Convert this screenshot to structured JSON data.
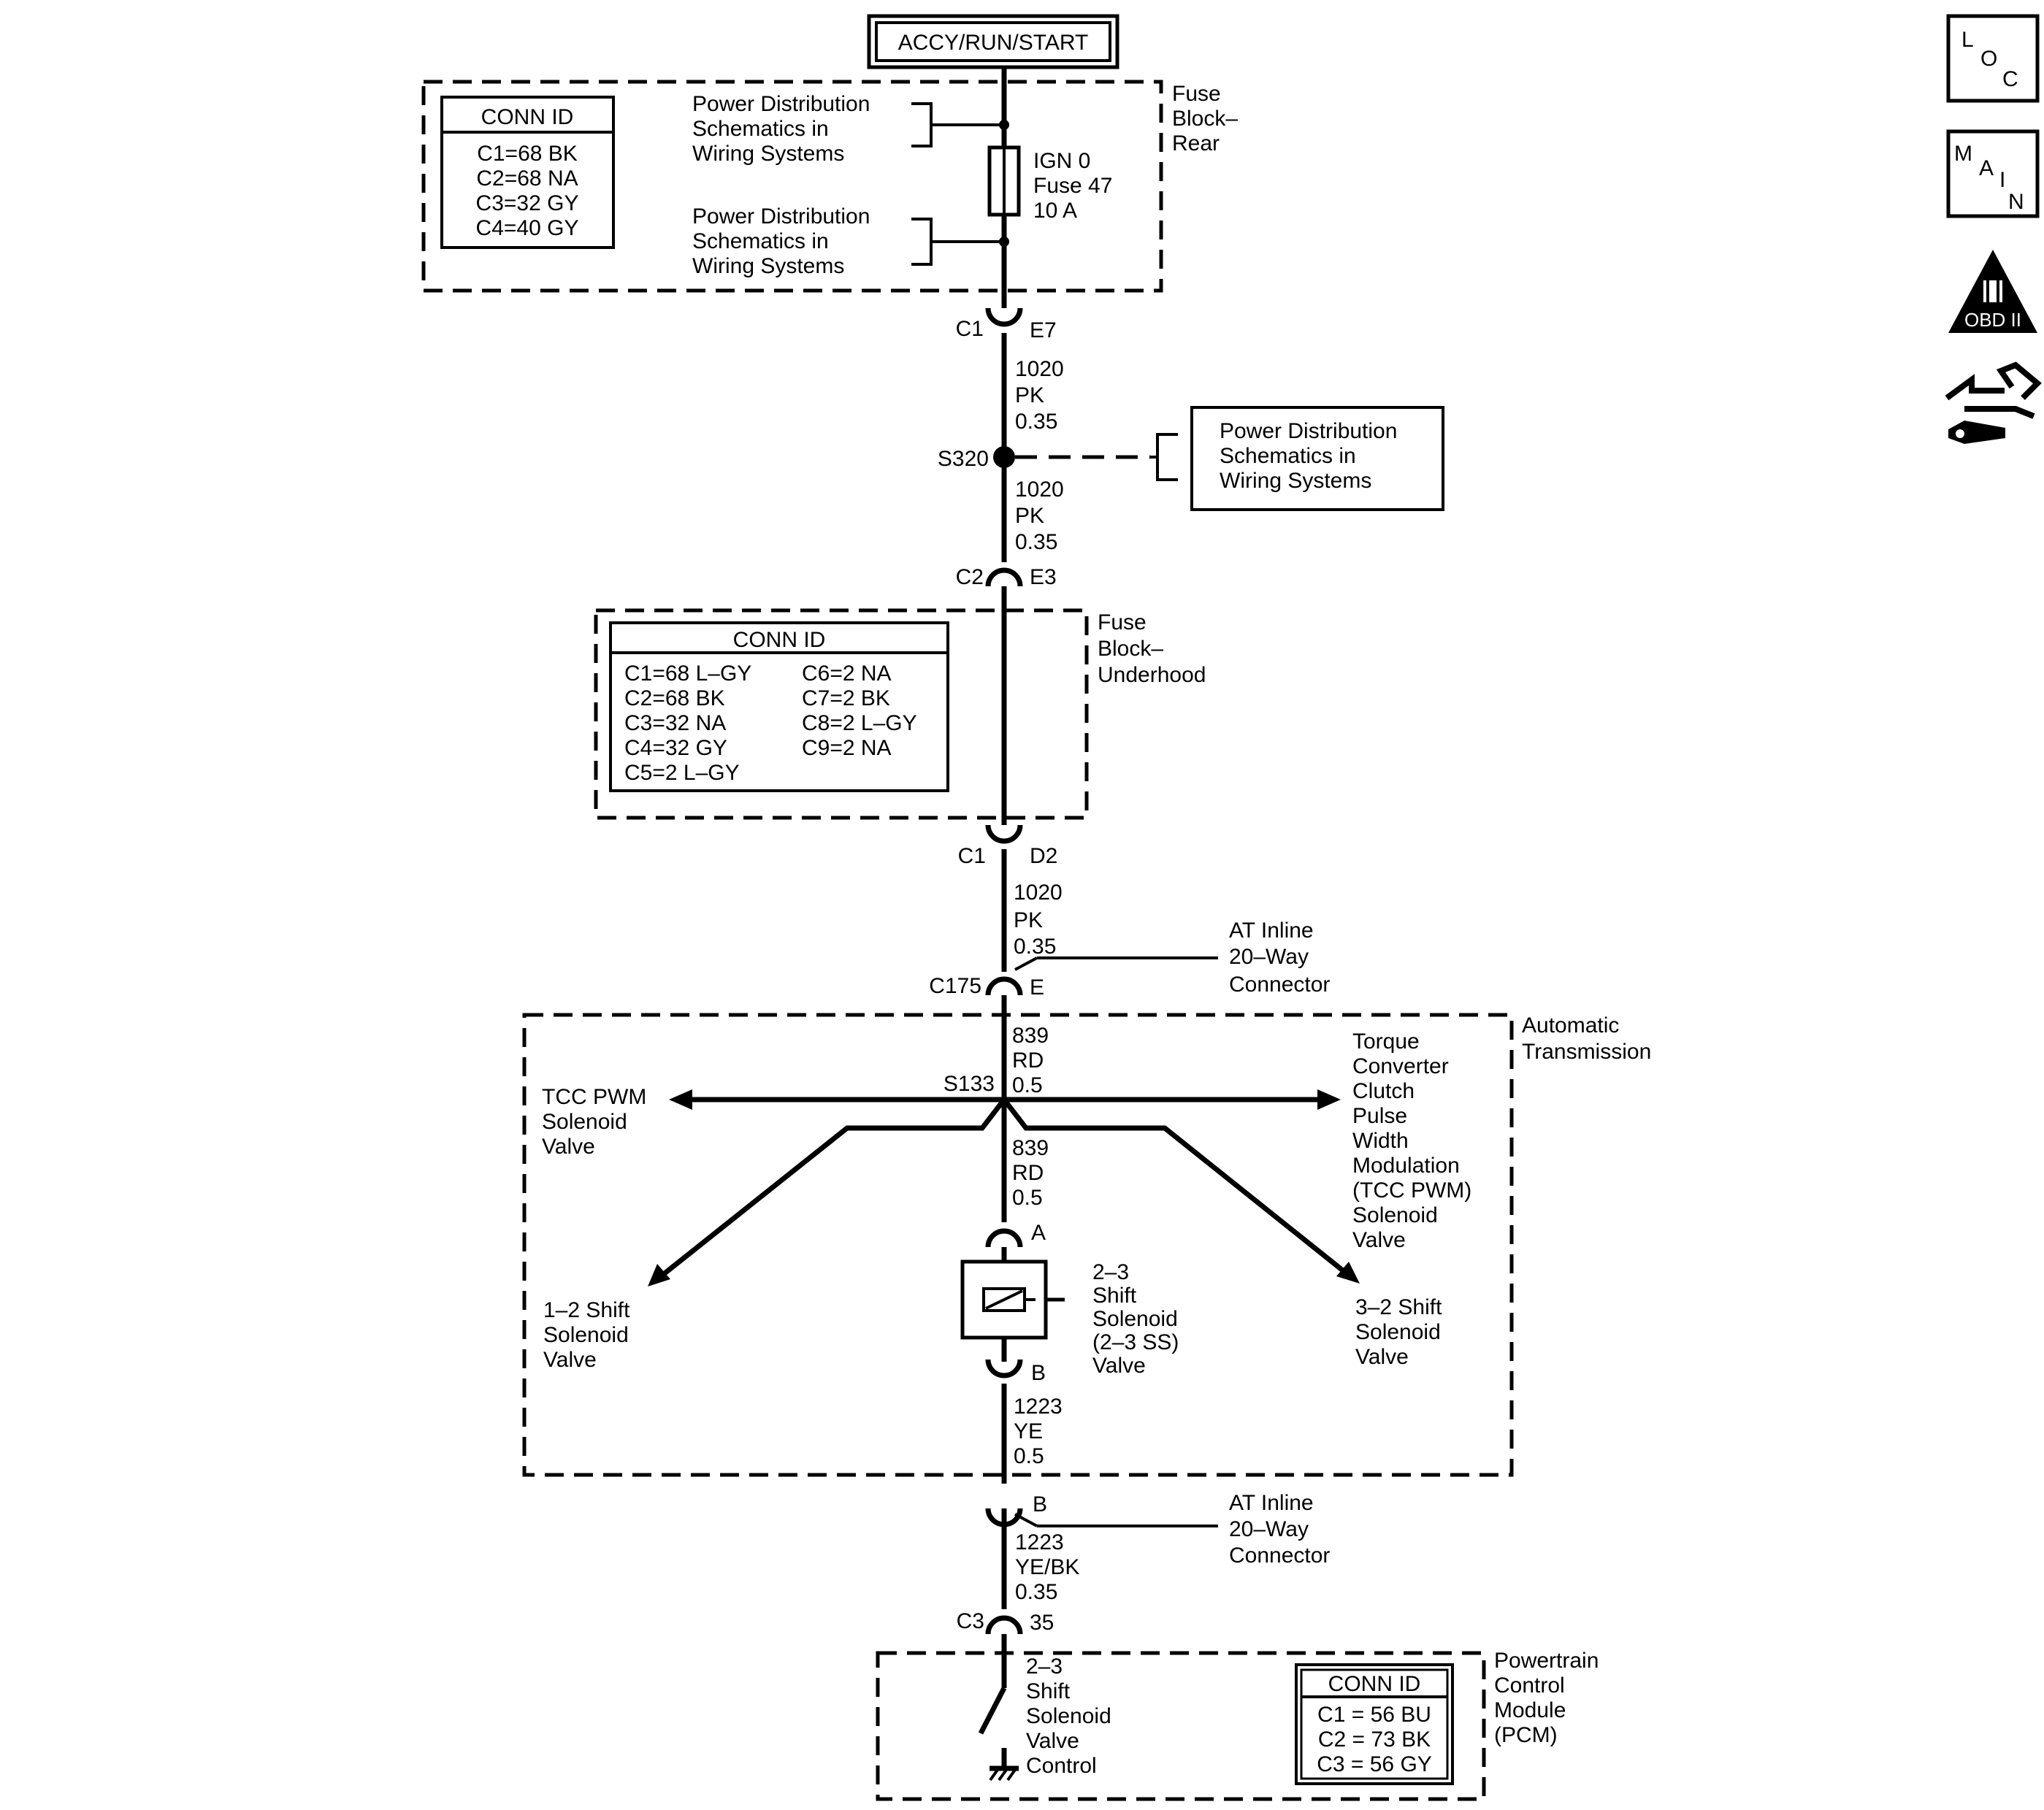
{
  "header": {
    "title": "ACCY/RUN/START"
  },
  "fuse_block_rear": {
    "label": [
      "Fuse",
      "Block–",
      "Rear"
    ],
    "conn_id": {
      "title": "CONN ID",
      "rows": [
        "C1=68 BK",
        "C2=68 NA",
        "C3=32 GY",
        "C4=40 GY"
      ]
    },
    "power_dist_refs": [
      [
        "Power Distribution",
        "Schematics in",
        "Wiring Systems"
      ],
      [
        "Power Distribution",
        "Schematics in",
        "Wiring Systems"
      ]
    ],
    "fuse_label": [
      "IGN 0",
      "Fuse 47",
      "10 A"
    ]
  },
  "connectors": {
    "c1_e7": {
      "left": "C1",
      "right": "E7"
    },
    "c2_e3": {
      "left": "C2",
      "right": "E3"
    },
    "c1_d2": {
      "left": "C1",
      "right": "D2"
    },
    "c175_e": {
      "left": "C175",
      "right": "E"
    },
    "sol_a": {
      "right": "A"
    },
    "sol_b": {
      "right": "B"
    },
    "inline_b": {
      "right": "B"
    },
    "c3_35": {
      "left": "C3",
      "right": "35"
    }
  },
  "wires": {
    "w1": [
      "1020",
      "PK",
      "0.35"
    ],
    "w2": [
      "1020",
      "PK",
      "0.35"
    ],
    "w3": [
      "1020",
      "PK",
      "0.35"
    ],
    "w4": [
      "839",
      "RD",
      "0.5"
    ],
    "w5": [
      "839",
      "RD",
      "0.5"
    ],
    "w6": [
      "1223",
      "YE",
      "0.5"
    ],
    "w7": [
      "1223",
      "YE/BK",
      "0.35"
    ]
  },
  "splices": {
    "s320": "S320",
    "s133": "S133"
  },
  "power_dist_box": [
    "Power Distribution",
    "Schematics in",
    "Wiring Systems"
  ],
  "fuse_block_underhood": {
    "label": [
      "Fuse",
      "Block–",
      "Underhood"
    ],
    "conn_id": {
      "title": "CONN ID",
      "col1": [
        "C1=68 L–GY",
        "C2=68 BK",
        "C3=32 NA",
        "C4=32 GY",
        "C5=2 L–GY"
      ],
      "col2": [
        "C6=2 NA",
        "C7=2 BK",
        "C8=2 L–GY",
        "C9=2 NA"
      ]
    }
  },
  "at_inline_1": [
    "AT Inline",
    "20–Way",
    "Connector"
  ],
  "at_inline_2": [
    "AT Inline",
    "20–Way",
    "Connector"
  ],
  "automatic_transmission": {
    "label": [
      "Automatic",
      "Transmission"
    ],
    "tcc_pwm_left": [
      "TCC PWM",
      "Solenoid",
      "Valve"
    ],
    "tcc_pwm_right": [
      "Torque",
      "Converter",
      "Clutch",
      "Pulse",
      "Width",
      "Modulation",
      "(TCC PWM)",
      "Solenoid",
      "Valve"
    ],
    "shift_12": [
      "1–2 Shift",
      "Solenoid",
      "Valve"
    ],
    "shift_32": [
      "3–2 Shift",
      "Solenoid",
      "Valve"
    ],
    "shift_23": [
      "2–3",
      "Shift",
      "Solenoid",
      "(2–3 SS)",
      "Valve"
    ]
  },
  "pcm": {
    "label": [
      "Powertrain",
      "Control",
      "Module",
      "(PCM)"
    ],
    "control_label": [
      "2–3",
      "Shift",
      "Solenoid",
      "Valve",
      "Control"
    ],
    "conn_id": {
      "title": "CONN ID",
      "rows": [
        "C1 = 56 BU",
        "C2 = 73 BK",
        "C3 = 56 GY"
      ]
    }
  },
  "side_icons": {
    "loc": [
      "L",
      "O",
      "C"
    ],
    "main": [
      "M",
      "A",
      "I",
      "N"
    ],
    "obd": {
      "numeral": "II",
      "label": "OBD II"
    },
    "icons": [
      "loc-icon",
      "main-icon",
      "obd-ii-icon",
      "diagnostic-tool-icon"
    ]
  }
}
